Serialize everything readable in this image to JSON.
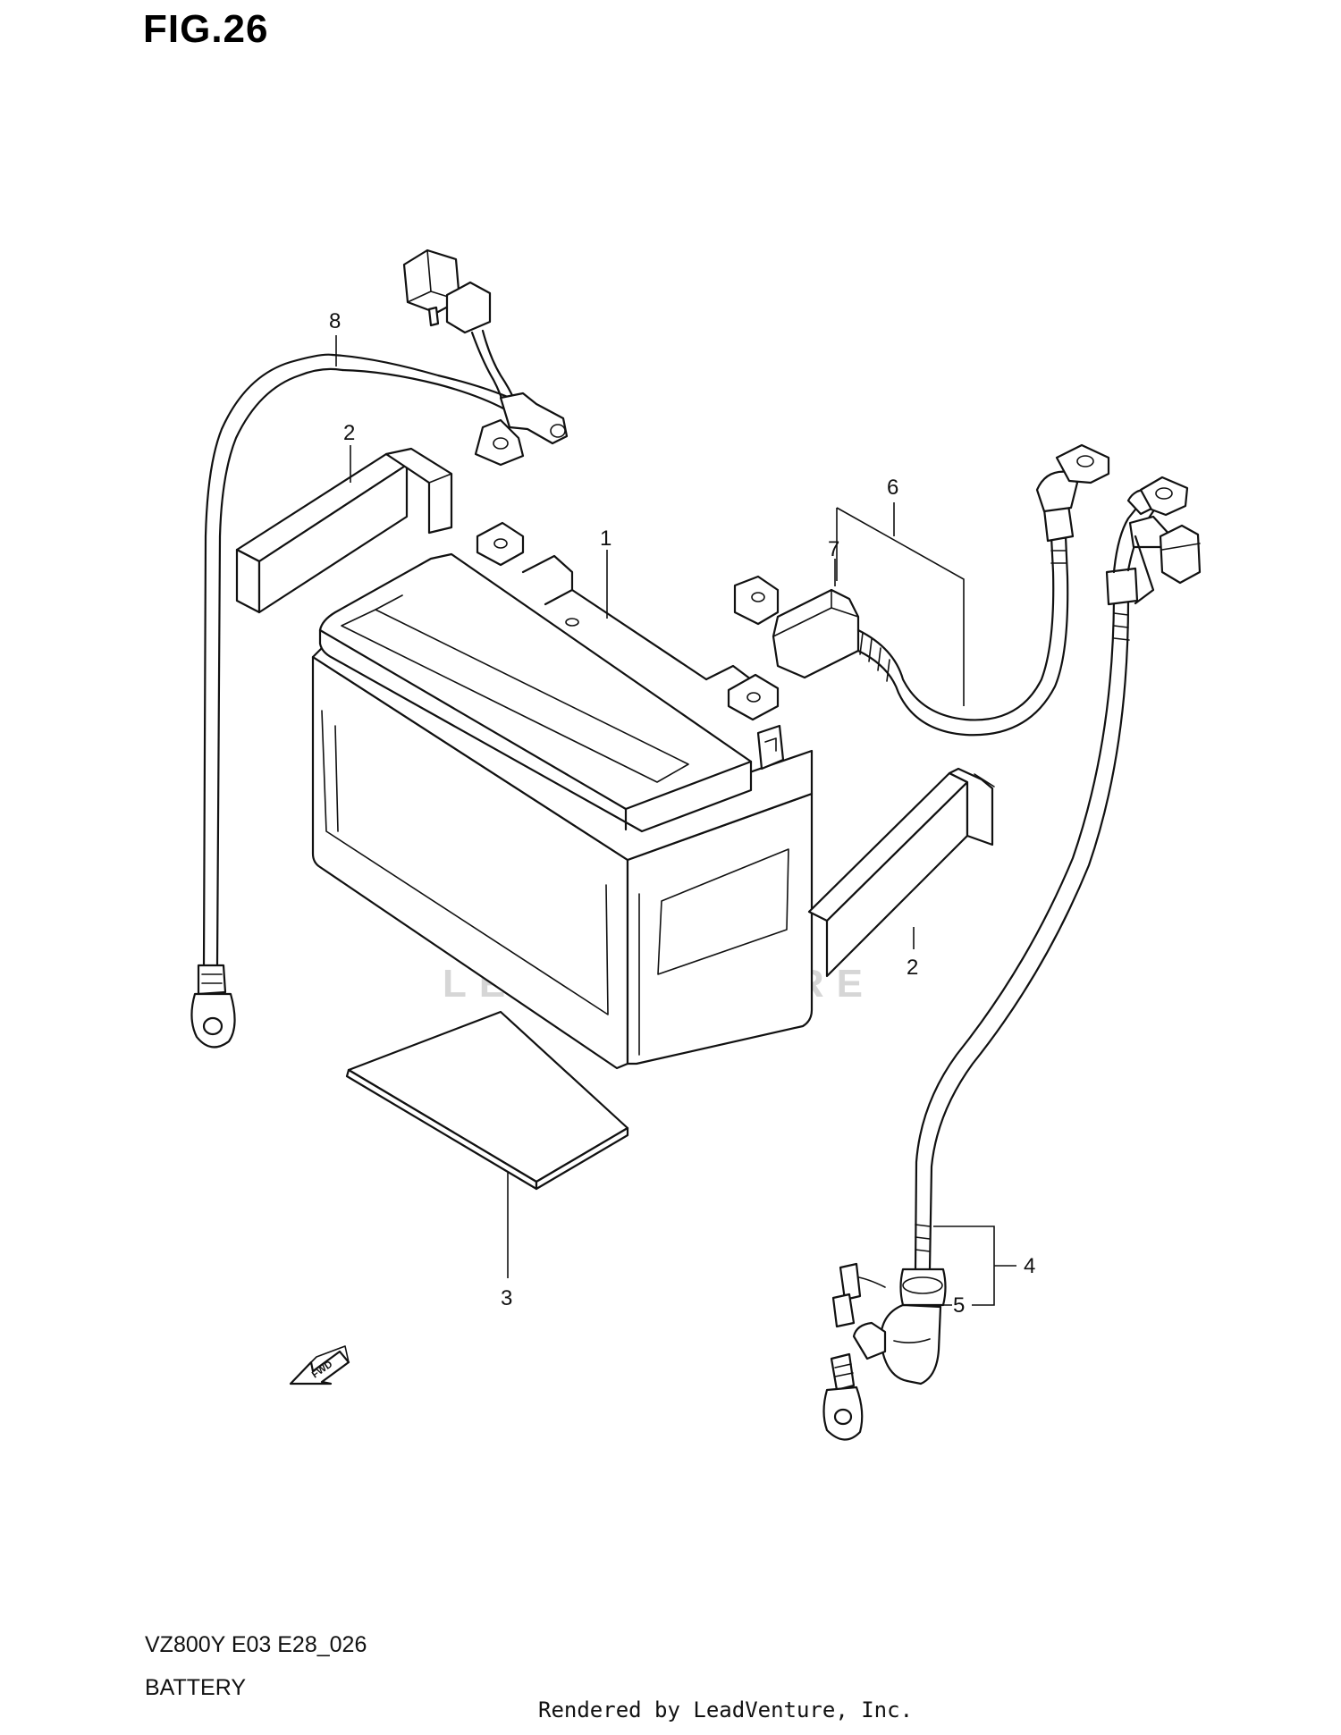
{
  "figure": {
    "title": "FIG.26"
  },
  "watermark": {
    "text": "LEADVENTURE"
  },
  "direction_marker": {
    "text": "FWD"
  },
  "callouts": {
    "c1": "1",
    "c2a": "2",
    "c2b": "2",
    "c3": "3",
    "c4": "4",
    "c5": "5",
    "c6": "6",
    "c7": "7",
    "c8": "8"
  },
  "footer": {
    "model_code": "VZ800Y E03 E28_026",
    "section_name": "BATTERY",
    "render_credit": "Rendered by LeadVenture, Inc."
  }
}
